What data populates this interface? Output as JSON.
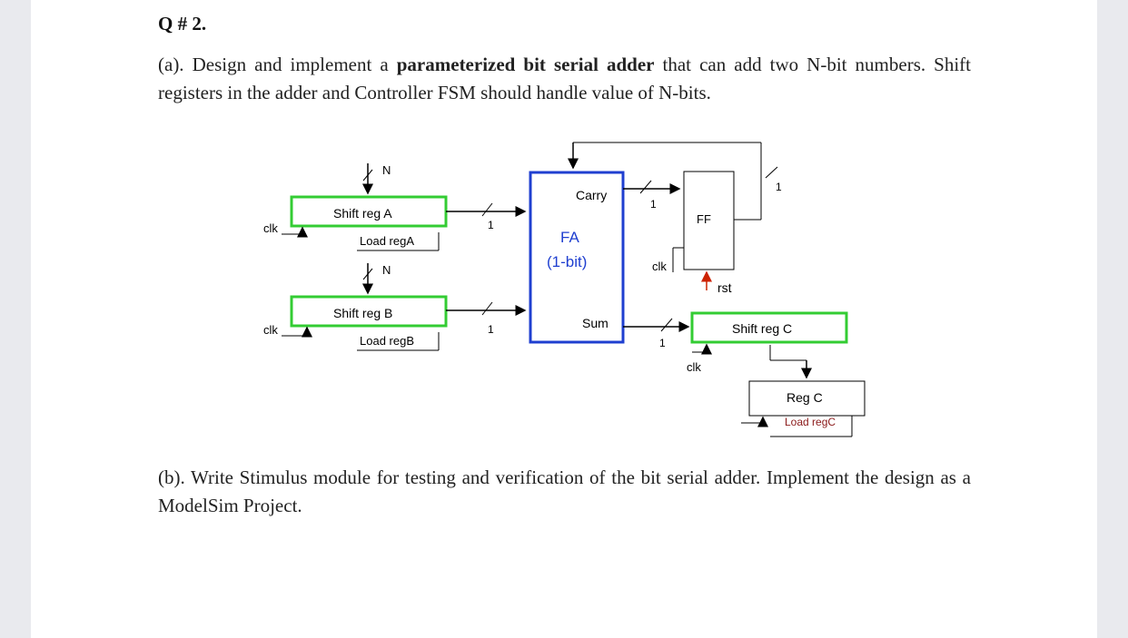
{
  "question": {
    "number": "Q # 2."
  },
  "part_a": {
    "prefix": "(a). Design and implement a ",
    "bold": "parameterized bit serial adder",
    "suffix": " that can add two N-bit numbers. Shift registers in the adder and Controller FSM should handle value of N-bits."
  },
  "diagram": {
    "shift_reg_a": {
      "label": "Shift reg A",
      "load": "Load regA",
      "clk": "clk",
      "width_in": "N",
      "width_out": "1"
    },
    "shift_reg_b": {
      "label": "Shift reg B",
      "load": "Load regB",
      "clk": "clk",
      "width_in": "N",
      "width_out": "1"
    },
    "full_adder": {
      "name": "FA",
      "detail": "(1-bit)",
      "carry": "Carry",
      "sum": "Sum"
    },
    "flip_flop": {
      "label": "FF",
      "clk": "clk",
      "rst": "rst",
      "carry_in_width": "1",
      "feedback_width": "1"
    },
    "shift_reg_c": {
      "label": "Shift reg C",
      "clk": "clk",
      "sum_width": "1"
    },
    "reg_c": {
      "label": "Reg C",
      "load": "Load regC"
    },
    "colors": {
      "register_border": "#33cc33",
      "adder_border": "#1f3fd0",
      "wire": "#000000",
      "rst_arrow": "#cc2200",
      "load_c_text": "#8b1a1a"
    }
  },
  "part_b": {
    "text": "(b). Write Stimulus module for testing and verification of the bit serial adder. Implement the design as a ModelSim Project."
  }
}
